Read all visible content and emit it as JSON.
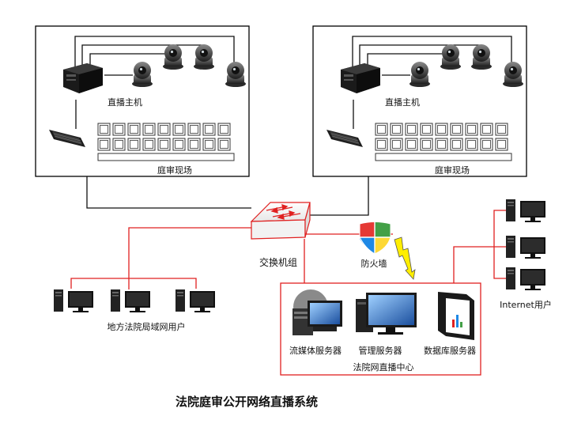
{
  "title": "法院庭审公开网络直播系统",
  "sites": [
    {
      "host_label": "直播主机",
      "room_label": "庭审现场"
    },
    {
      "host_label": "直播主机",
      "room_label": "庭审现场"
    }
  ],
  "switch_label": "交换机组",
  "firewall_label": "防火墙",
  "lan_users_label": "地方法院局域网用户",
  "internet_users_label": "Internet用户",
  "center": {
    "label": "法院网直播中心",
    "servers": [
      "流媒体服务器",
      "管理服务器",
      "数据库服务器"
    ]
  },
  "colors": {
    "link_red": "#e02020",
    "link_black": "#111111",
    "firewall_red": "#e53935",
    "firewall_green": "#43a047",
    "firewall_blue": "#1e88e5",
    "firewall_yellow": "#fdd835"
  }
}
